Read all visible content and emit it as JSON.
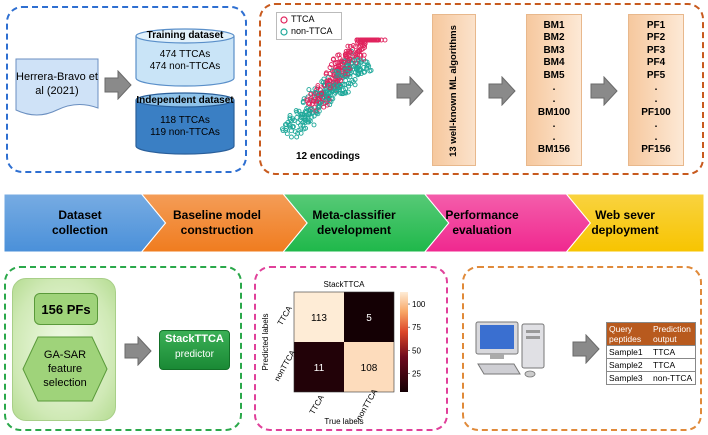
{
  "panel1": {
    "source": "Herrera-Bravo et al (2021)",
    "training": {
      "title": "Training dataset",
      "line1": "474 TTCAs",
      "line2": "474 non-TTCAs"
    },
    "independent": {
      "title": "Independent dataset",
      "line1": "118 TTCAs",
      "line2": "119 non-TTCAs"
    }
  },
  "panel2": {
    "legend": [
      {
        "label": "TTCA",
        "color": "#e0245e"
      },
      {
        "label": "non-TTCA",
        "color": "#1fa89a"
      }
    ],
    "encodings": "12 encodings",
    "ml_box": "13 well-known ML algorithms",
    "bm_list": [
      "BM1",
      "BM2",
      "BM3",
      "BM4",
      "BM5",
      ".",
      ".",
      "BM100",
      ".",
      ".",
      "BM156"
    ],
    "pf_list": [
      "PF1",
      "PF2",
      "PF3",
      "PF4",
      "PF5",
      ".",
      ".",
      "PF100",
      ".",
      ".",
      "PF156"
    ]
  },
  "steps": [
    {
      "label": "Dataset collection",
      "color": "#4a90d9"
    },
    {
      "label": "Baseline model construction",
      "color": "#f07c1f"
    },
    {
      "label": "Meta-classifier development",
      "color": "#1fb84a"
    },
    {
      "label": "Performance evaluation",
      "color": "#f0288f"
    },
    {
      "label": "Web sever deployment",
      "color": "#f7c400"
    }
  ],
  "panel3": {
    "pfs": "156 PFs",
    "gasar": "GA-SAR feature selection",
    "predictor_title": "StackTTCA",
    "predictor_sub": "predictor"
  },
  "panel4": {
    "chart_data": {
      "type": "heatmap",
      "title": "StackTTCA",
      "xlabel": "True labels",
      "ylabel": "Predicted labels",
      "x_categories": [
        "TTCA",
        "nonTTCA"
      ],
      "y_categories": [
        "TTCA",
        "nonTTCA"
      ],
      "values": [
        [
          113,
          5
        ],
        [
          11,
          108
        ]
      ],
      "colorbar_ticks": [
        25,
        50,
        75,
        100
      ],
      "colorbar_range": [
        5,
        113
      ]
    }
  },
  "panel5": {
    "headers": [
      "Query peptides",
      "Prediction output"
    ],
    "rows": [
      [
        "Sample1",
        "TTCA"
      ],
      [
        "Sample2",
        "TTCA"
      ],
      [
        "Sample3",
        "non-TTCA"
      ]
    ],
    "header_color": "#b85a1e"
  }
}
